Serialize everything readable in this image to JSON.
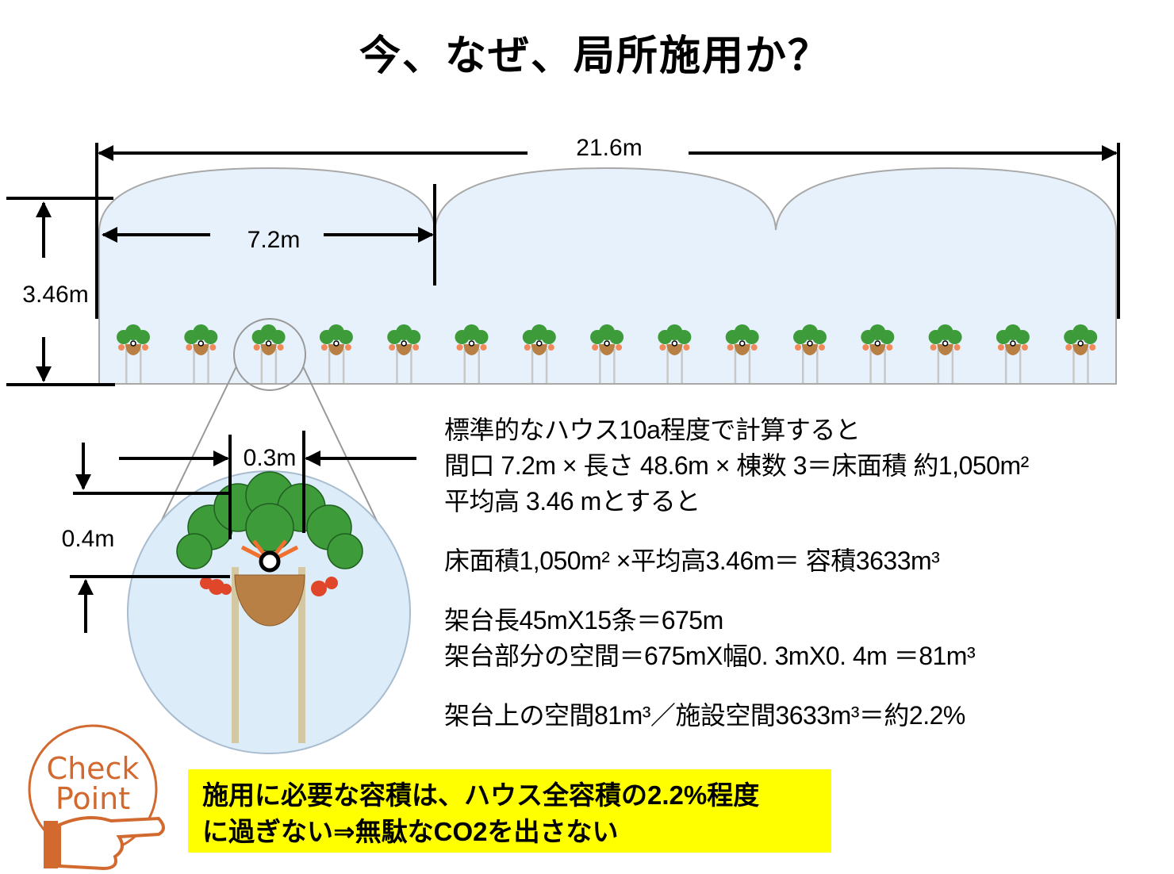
{
  "title": "今、なぜ、局所施用か？",
  "dimensions": {
    "total_width": "21.6m",
    "span_width": "7.2m",
    "height": "3.46m",
    "bench_width": "0.3m",
    "bench_height": "0.4m"
  },
  "calculation": {
    "lines": [
      "標準的なハウス10a程度で計算すると",
      "間口 7.2m × 長さ 48.6m × 棟数 3＝床面積 約1,050m²",
      "平均高 3.46 mとすると",
      "床面積1,050m² ×平均高3.46m＝ 容積3633m³",
      "架台長45mX15条＝675m",
      "架台部分の空間＝675mX幅0. 3mX0. 4m ＝81m³",
      "架台上の空間81m³／施設空間3633m³＝約2.2%"
    ]
  },
  "checkpoint": {
    "logo_text": "Check Point",
    "note_lines": [
      "施用に必要な容積は、ハウス全容積の2.2%程度",
      "に過ぎない⇒無駄なCO2を出さない"
    ]
  },
  "colors": {
    "house_fill": "#e6f1fb",
    "outline": "#a0a0a0",
    "leaf": "#3a9a3a",
    "pot": "#b98046",
    "logo": "#d2692e",
    "highlight": "#ffff00"
  },
  "plant_count": 15
}
